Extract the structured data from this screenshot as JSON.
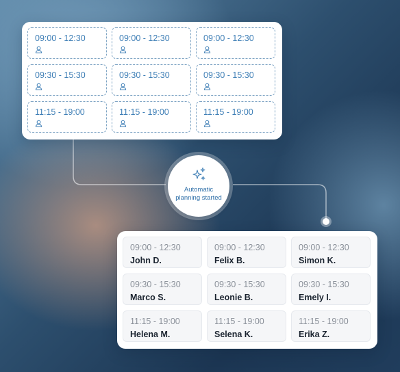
{
  "unplanned": {
    "slots": [
      {
        "time": "09:00 - 12:30"
      },
      {
        "time": "09:00 - 12:30"
      },
      {
        "time": "09:00 - 12:30"
      },
      {
        "time": "09:30 - 15:30"
      },
      {
        "time": "09:30 - 15:30"
      },
      {
        "time": "09:30 - 15:30"
      },
      {
        "time": "11:15 - 19:00"
      },
      {
        "time": "11:15 - 19:00"
      },
      {
        "time": "11:15 - 19:00"
      }
    ]
  },
  "status": {
    "label": "Automatic planning started",
    "icon": "sparkles-icon",
    "accent": "#2e6fa8"
  },
  "planned": {
    "shifts": [
      {
        "time": "09:00 - 12:30",
        "name": "John D."
      },
      {
        "time": "09:00 - 12:30",
        "name": "Felix B."
      },
      {
        "time": "09:00 - 12:30",
        "name": "Simon K."
      },
      {
        "time": "09:30 - 15:30",
        "name": "Marco S."
      },
      {
        "time": "09:30 - 15:30",
        "name": "Leonie B."
      },
      {
        "time": "09:30 - 15:30",
        "name": "Emely I."
      },
      {
        "time": "11:15 - 19:00",
        "name": "Helena M."
      },
      {
        "time": "11:15 - 19:00",
        "name": "Selena K."
      },
      {
        "time": "11:15 - 19:00",
        "name": "Erika Z."
      }
    ]
  }
}
